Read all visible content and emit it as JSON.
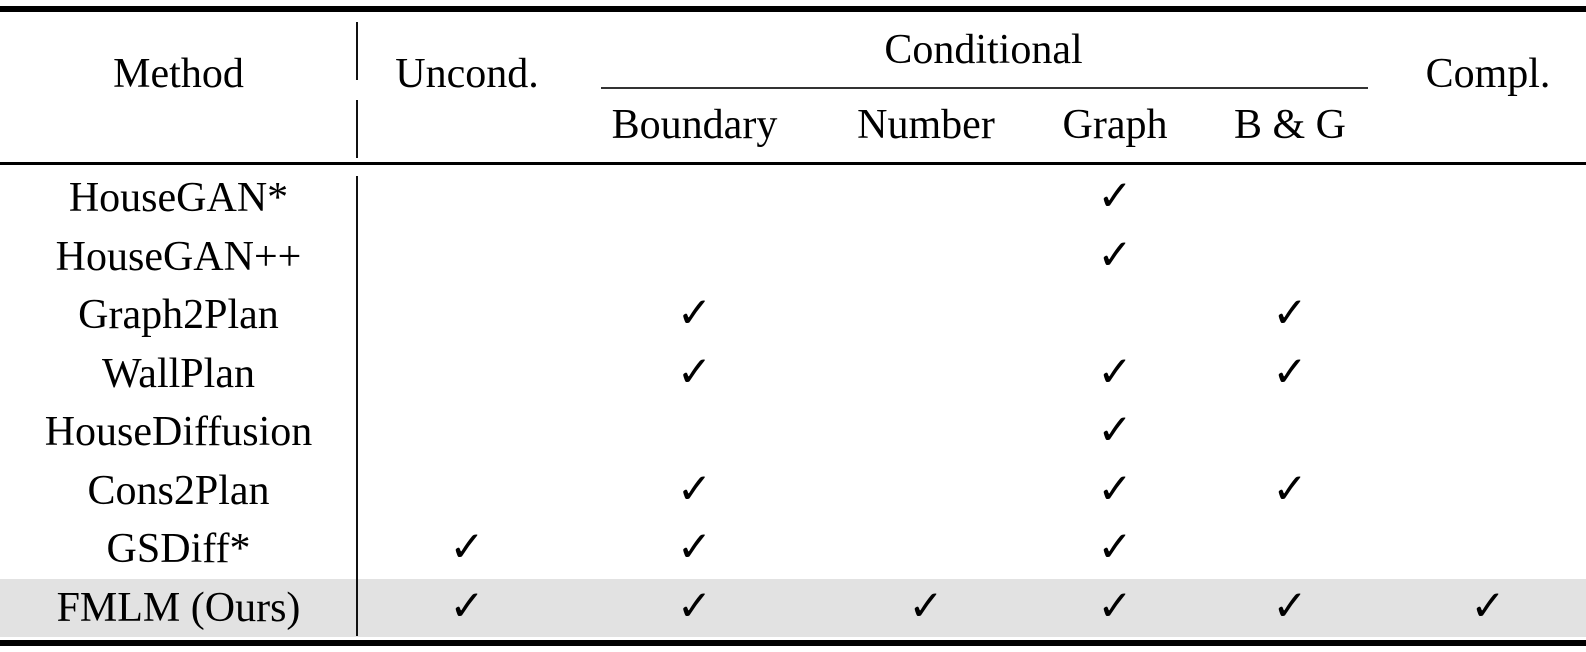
{
  "table": {
    "header": {
      "method": "Method",
      "uncond": "Uncond.",
      "conditional": "Conditional",
      "subcolumns": [
        "Boundary",
        "Number",
        "Graph",
        "B & G"
      ],
      "compl": "Compl."
    },
    "check_glyph": "✓",
    "highlight_color": "#e2e2e2",
    "column_keys": [
      "uncond",
      "boundary",
      "number",
      "graph",
      "b_and_g",
      "compl"
    ],
    "rows": [
      {
        "method": "HouseGAN*",
        "checks": [
          0,
          0,
          0,
          1,
          0,
          0
        ],
        "highlight": false
      },
      {
        "method": "HouseGAN++",
        "checks": [
          0,
          0,
          0,
          1,
          0,
          0
        ],
        "highlight": false
      },
      {
        "method": "Graph2Plan",
        "checks": [
          0,
          1,
          0,
          0,
          1,
          0
        ],
        "highlight": false
      },
      {
        "method": "WallPlan",
        "checks": [
          0,
          1,
          0,
          1,
          1,
          0
        ],
        "highlight": false
      },
      {
        "method": "HouseDiffusion",
        "checks": [
          0,
          0,
          0,
          1,
          0,
          0
        ],
        "highlight": false
      },
      {
        "method": "Cons2Plan",
        "checks": [
          0,
          1,
          0,
          1,
          1,
          0
        ],
        "highlight": false
      },
      {
        "method": "GSDiff*",
        "checks": [
          1,
          1,
          0,
          1,
          0,
          0
        ],
        "highlight": false
      },
      {
        "method": "FMLM (Ours)",
        "checks": [
          1,
          1,
          1,
          1,
          1,
          1
        ],
        "highlight": true
      }
    ]
  }
}
